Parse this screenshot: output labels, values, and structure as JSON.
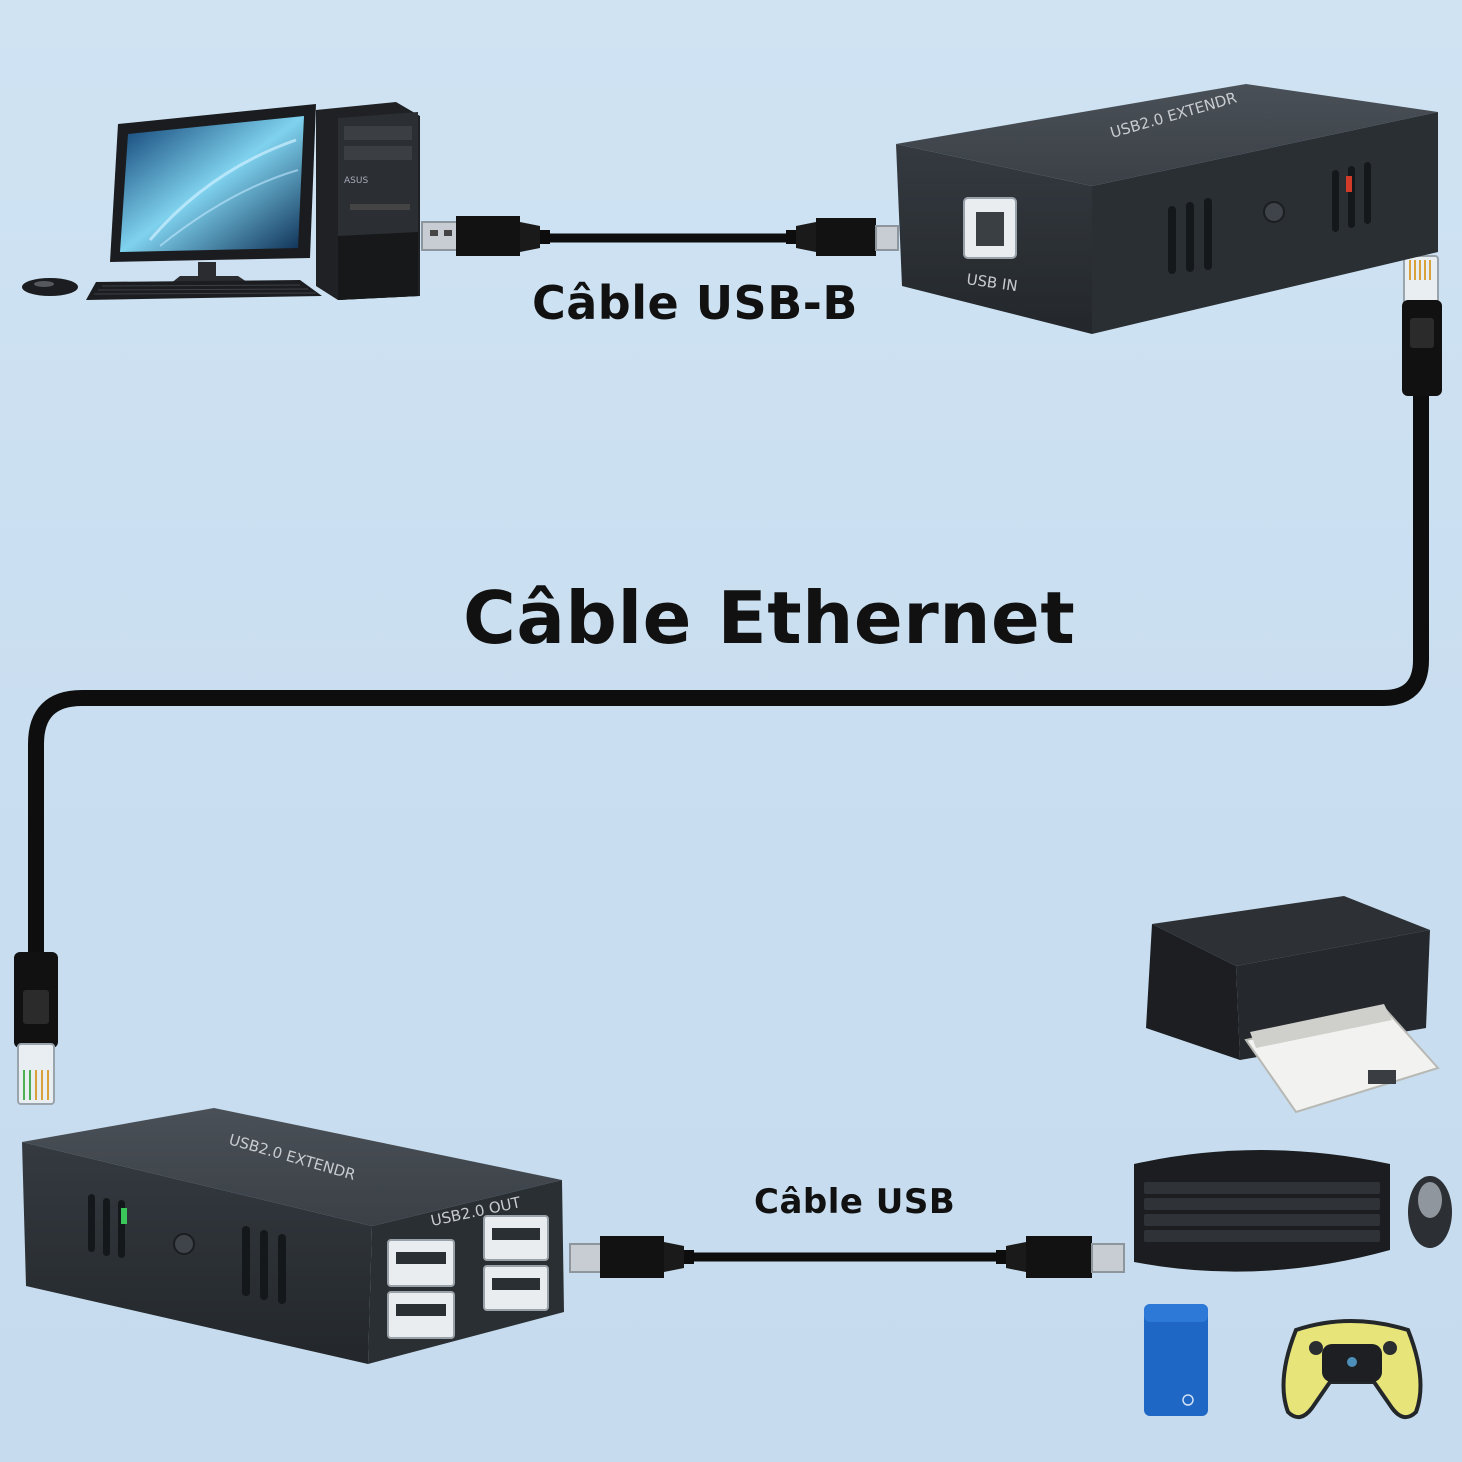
{
  "labels": {
    "usb_b_cable": "Câble USB-B",
    "ethernet_cable": "Câble Ethernet",
    "usb_cable": "Câble USB"
  },
  "transmitter": {
    "brand_text": "USB2.0 EXTENDR",
    "port_label": "USB IN"
  },
  "receiver": {
    "brand_text": "USB2.0 EXTENDR",
    "port_label": "USB2.0 OUT"
  },
  "computer": {
    "tower_brand": "ASUS"
  },
  "colors": {
    "background": "#cde1f2",
    "device_body": "#2f3439",
    "cable": "#0e0e0e",
    "status_led_tx": "#d23a2a",
    "status_led_rx": "#3bc85a",
    "hdd_blue": "#1f67c4",
    "gamepad_yellow": "#e7e47a"
  }
}
